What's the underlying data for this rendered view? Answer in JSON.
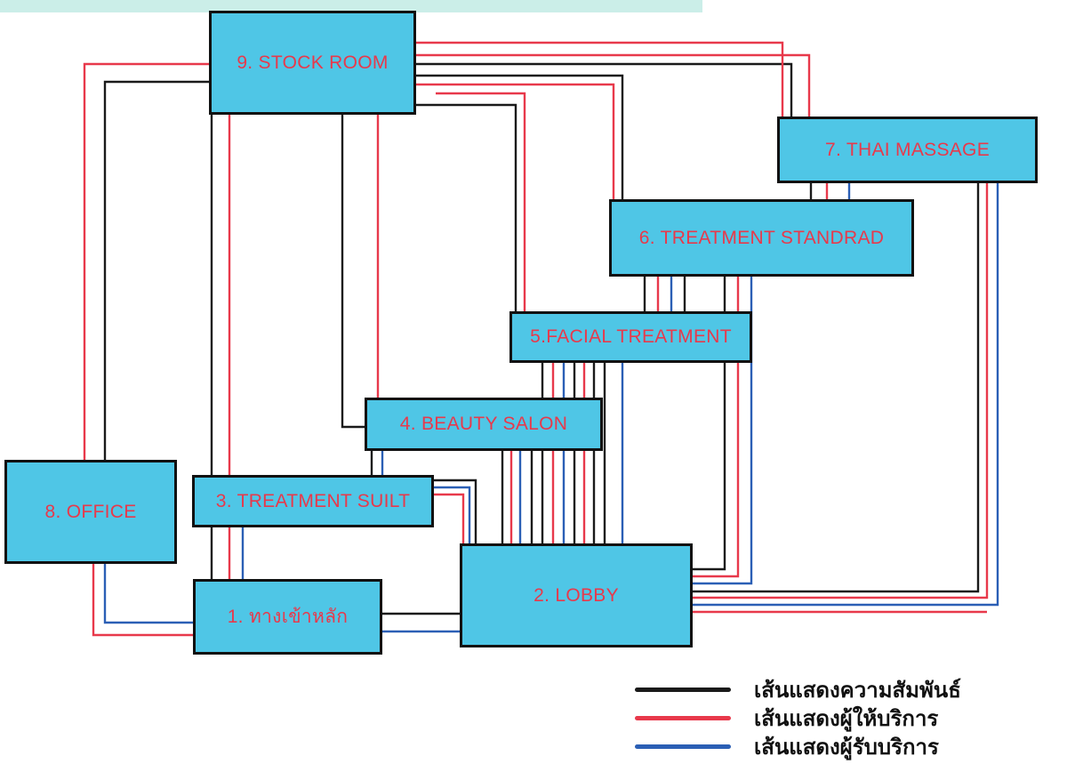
{
  "colors": {
    "relation": "#1a1a1a",
    "provider": "#e8394b",
    "customer": "#2b5fb5",
    "room_fill": "#4fc6e6",
    "room_text": "#e8394b"
  },
  "rooms": [
    {
      "id": "stock",
      "label": "9. STOCK ROOM"
    },
    {
      "id": "thai",
      "label": "7. THAI MASSAGE"
    },
    {
      "id": "standard",
      "label": "6. TREATMENT STANDRAD"
    },
    {
      "id": "facial",
      "label": "5.FACIAL TREATMENT"
    },
    {
      "id": "beauty",
      "label": "4. BEAUTY SALON"
    },
    {
      "id": "suit",
      "label": "3. TREATMENT SUILT"
    },
    {
      "id": "office",
      "label": "8. OFFICE"
    },
    {
      "id": "entrance",
      "label": "1. ทางเข้าหลัก"
    },
    {
      "id": "lobby",
      "label": "2. LOBBY"
    }
  ],
  "legend": [
    {
      "type": "relation",
      "label": "เส้นแสดงความสัมพันธ์"
    },
    {
      "type": "provider",
      "label": "เส้นแสดงผู้ให้บริการ"
    },
    {
      "type": "customer",
      "label": "เส้นแสดงผู้รับบริการ"
    }
  ]
}
